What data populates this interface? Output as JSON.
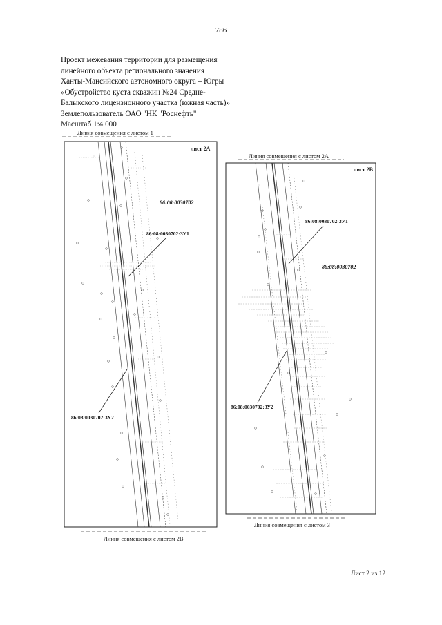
{
  "page_number": "786",
  "title_lines": [
    "Проект межевания территории для размещения",
    "линейного объекта регионального значения",
    "Ханты-Мансийского автономного округа – Югры",
    "«Обустройство куста скважин №24 Средне-",
    "Балыкского лицензионного участка (южная часть)»",
    "Землепользователь ОАО \"НК \"Роснефть\"",
    "Масштаб 1:4 000"
  ],
  "sheet_a": {
    "label": "лист 2А",
    "top_line": "Линия совмещения с листом 1",
    "bottom_line": "Линия совмещения с листом 2В",
    "quarter": "86:08:0030702",
    "plot_1": "86:08:0030702:ЗУ1",
    "plot_2": "86:08:0030702:ЗУ2"
  },
  "sheet_b": {
    "label": "лист 2В",
    "top_line": "Линия совмещения с листом 2А",
    "bottom_line": "Линия совмещения с листом 3",
    "quarter": "86:08:0030702",
    "plot_1": "86:08:0030702:ЗУ1",
    "plot_2": "86:08:0030702:ЗУ2"
  },
  "footer": "Лист 2 из 12"
}
